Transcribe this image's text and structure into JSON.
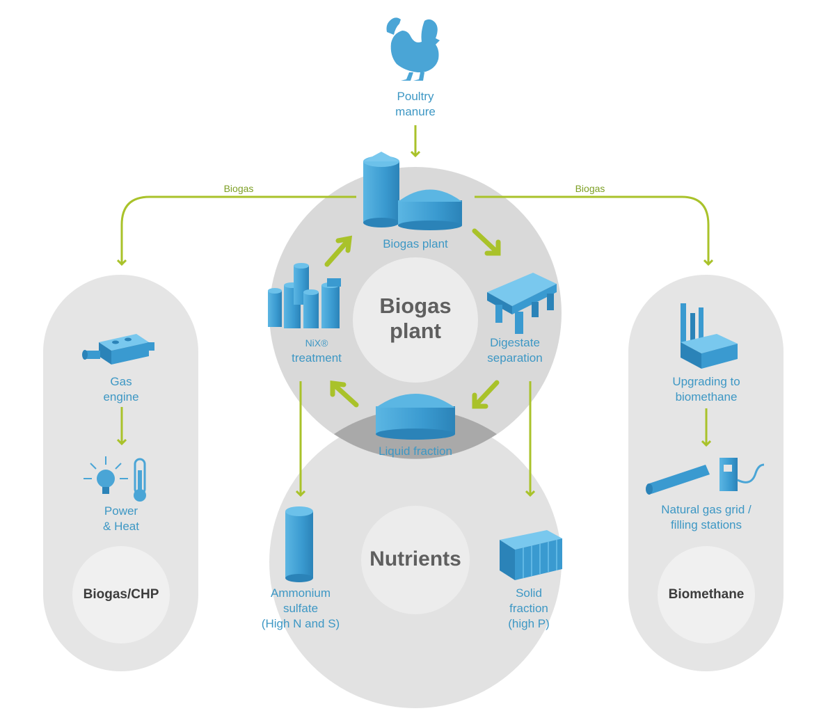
{
  "nodes": {
    "poultry_manure": [
      "Poultry",
      "manure"
    ],
    "biogas_plant_label": "Biogas plant",
    "biogas_plant_center": [
      "Biogas",
      "plant"
    ],
    "nix_treatment": [
      "NiX®",
      "treatment"
    ],
    "digestate_separation": [
      "Digestate",
      "separation"
    ],
    "liquid_fraction": "Liquid fraction",
    "nutrients": "Nutrients",
    "ammonium_sulfate": [
      "Ammonium",
      "sulfate",
      "(High N and S)"
    ],
    "solid_fraction": [
      "Solid",
      "fraction",
      "(high P)"
    ],
    "gas_engine": [
      "Gas",
      "engine"
    ],
    "power_heat": [
      "Power",
      "& Heat"
    ],
    "biogas_chp": "Biogas/CHP",
    "upgrading": [
      "Upgrading to",
      "biomethane"
    ],
    "natural_gas_grid": [
      "Natural gas grid /",
      "filling stations"
    ],
    "biomethane": "Biomethane"
  },
  "edges": {
    "biogas_left": "Biogas",
    "biogas_right": "Biogas"
  },
  "colors": {
    "arrow": "#a9c22a",
    "icon": "#4aa5d6",
    "icon_dark": "#2d7fae",
    "label": "#3d97c4",
    "panel": "#e5e5e5",
    "circle": "#d9d9d9",
    "inner": "#ececec"
  }
}
